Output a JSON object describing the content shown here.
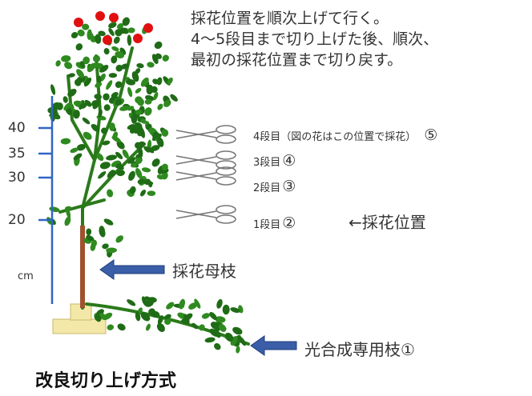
{
  "notes": [
    "採花位置を順次上げて行く。",
    "4〜5段目まで切り上げた後、順次、",
    "最初の採花位置まで切り戻す。"
  ],
  "scale": {
    "ticks": [
      "40",
      "35",
      "30",
      "20"
    ],
    "unit": "cm"
  },
  "steps": [
    {
      "text": "4段目（図の花はこの位置で採花）",
      "num": "⑤"
    },
    {
      "text": "3段目",
      "num": "④"
    },
    {
      "text": "2段目",
      "num": "③"
    },
    {
      "text": "1段目",
      "num": "②"
    }
  ],
  "labels": {
    "harvest_position": "←採花位置",
    "mother_branch": "採花母枝",
    "photosynthesis_branch": "光合成専用枝①",
    "method": "改良切り上げ方式"
  },
  "colors": {
    "leaf": "#1f6b16",
    "leaf_light": "#2f8a1f",
    "stem": "#2b7a1a",
    "mother_stem": "#a0522d",
    "flower": "#e01010",
    "scale_line": "#2f66c5",
    "arrow": "#3a5fa8",
    "pot": "#f3e8a8",
    "scissors": "#777777"
  },
  "icons": [
    "scissors-icon",
    "blue-arrow-icon",
    "rose-flower-icon"
  ]
}
